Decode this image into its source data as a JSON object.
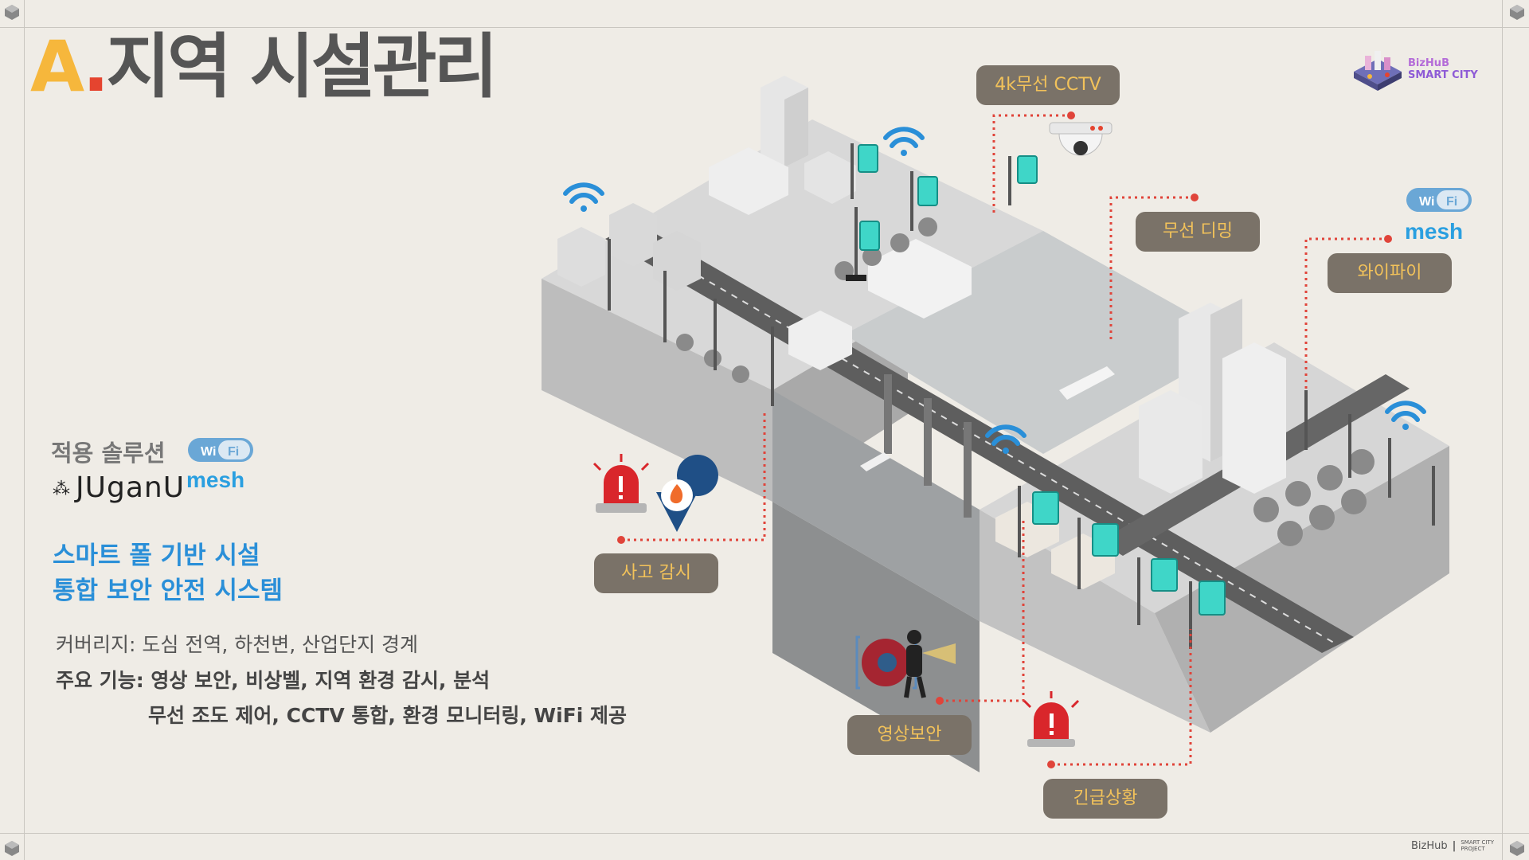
{
  "title": {
    "letter": "A",
    "dot": ".",
    "text": "지역 시설관리"
  },
  "brand": {
    "line1": "BizHuB",
    "line2": "SMART CITY"
  },
  "solutions": {
    "label": "적용 솔루션",
    "juganu": "JUganU",
    "wifi_badge_left": "Wi",
    "wifi_badge_right": "Fi",
    "wifi_mesh": "mesh"
  },
  "headline": {
    "line1": "스마트 폴 기반 시설",
    "line2": "통합 보안 안전 시스템"
  },
  "coverage": "커버리지: 도심 전역, 하천변, 산업단지 경계",
  "features": {
    "line1": "주요 기능: 영상 보안, 비상벨, 지역 환경 감시, 분석",
    "line2": "무선 조도 제어, CCTV 통합, 환경 모니터링, WiFi 제공"
  },
  "callouts": {
    "cctv": "4k무선 CCTV",
    "dimming": "무선 디밍",
    "wifi": "와이파이",
    "accident": "사고 감시",
    "video": "영상보안",
    "emergency": "긴급상황"
  },
  "scene_wifi": {
    "badge_left": "Wi",
    "badge_right": "Fi",
    "mesh": "mesh"
  },
  "footer": {
    "brand": "BizHub",
    "sep": "|",
    "small1": "SMART CITY",
    "small2": "PROJECT"
  },
  "colors": {
    "accent_orange": "#f6b73c",
    "accent_red": "#e5442f",
    "blue": "#2a8fd8",
    "callout_bg": "#7a7268",
    "callout_text": "#f2c25a",
    "dotted_line": "#e0443a",
    "screen_teal": "#3fd6c8"
  },
  "icons": [
    "siren-icon",
    "fire-pin-icon",
    "cctv-camera-icon",
    "wifi-icon",
    "thief-flashlight-icon",
    "street-light-icon"
  ]
}
